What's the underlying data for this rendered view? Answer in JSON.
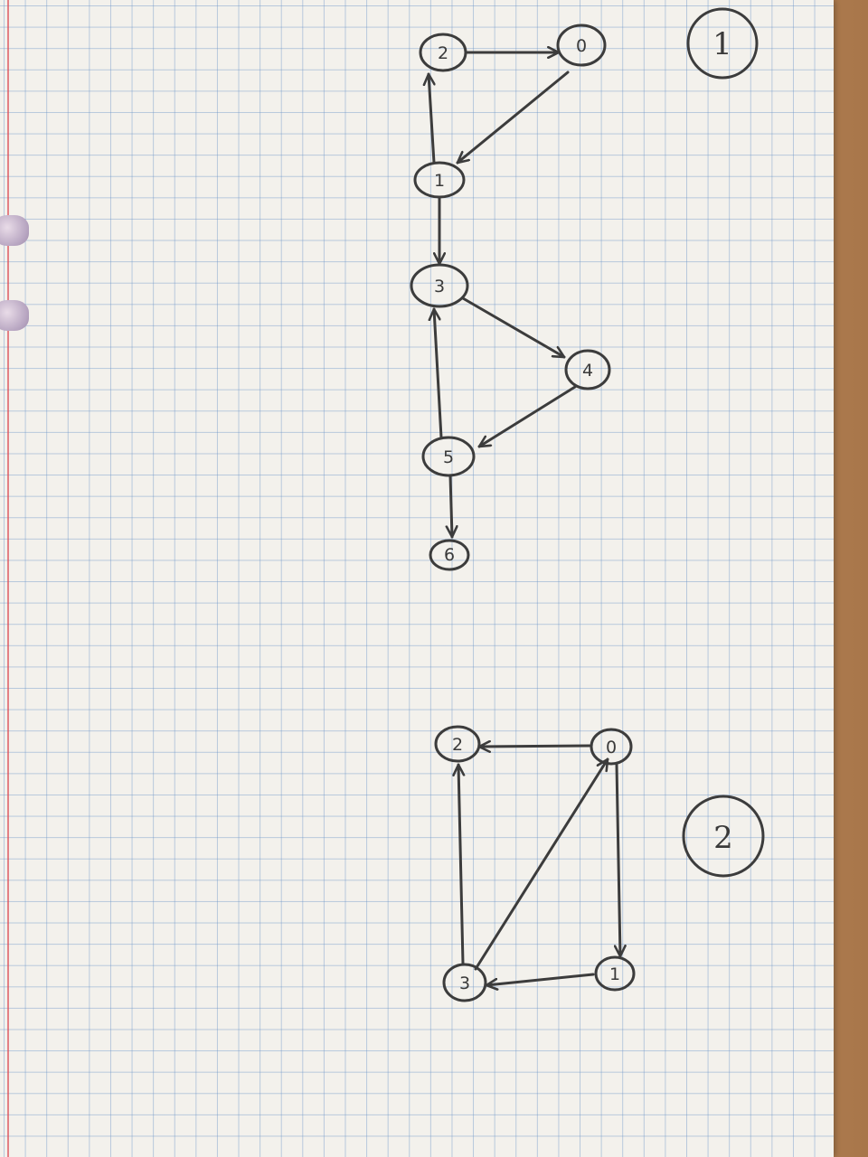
{
  "colors": {
    "ink": "#3c3c3c",
    "paper": "#f3f1ec",
    "grid": "#6e96c8",
    "margin_line": "#dc505a"
  },
  "figures": [
    {
      "label": "1",
      "nodes": [
        {
          "id": "f1n0",
          "label": "0"
        },
        {
          "id": "f1n2",
          "label": "2"
        },
        {
          "id": "f1n1",
          "label": "1"
        },
        {
          "id": "f1n3",
          "label": "3"
        },
        {
          "id": "f1n4",
          "label": "4"
        },
        {
          "id": "f1n5",
          "label": "5"
        },
        {
          "id": "f1n6",
          "label": "6"
        }
      ],
      "edges": [
        {
          "from": "2",
          "to": "0"
        },
        {
          "from": "0",
          "to": "1"
        },
        {
          "from": "1",
          "to": "2"
        },
        {
          "from": "1",
          "to": "3"
        },
        {
          "from": "3",
          "to": "4"
        },
        {
          "from": "4",
          "to": "5"
        },
        {
          "from": "5",
          "to": "3"
        },
        {
          "from": "5",
          "to": "6"
        }
      ]
    },
    {
      "label": "2",
      "nodes": [
        {
          "id": "f2n2",
          "label": "2"
        },
        {
          "id": "f2n0",
          "label": "0"
        },
        {
          "id": "f2n3",
          "label": "3"
        },
        {
          "id": "f2n1",
          "label": "1"
        }
      ],
      "edges": [
        {
          "from": "0",
          "to": "2"
        },
        {
          "from": "0",
          "to": "1"
        },
        {
          "from": "1",
          "to": "3"
        },
        {
          "from": "3",
          "to": "2"
        },
        {
          "from": "3",
          "to": "0"
        }
      ]
    }
  ]
}
